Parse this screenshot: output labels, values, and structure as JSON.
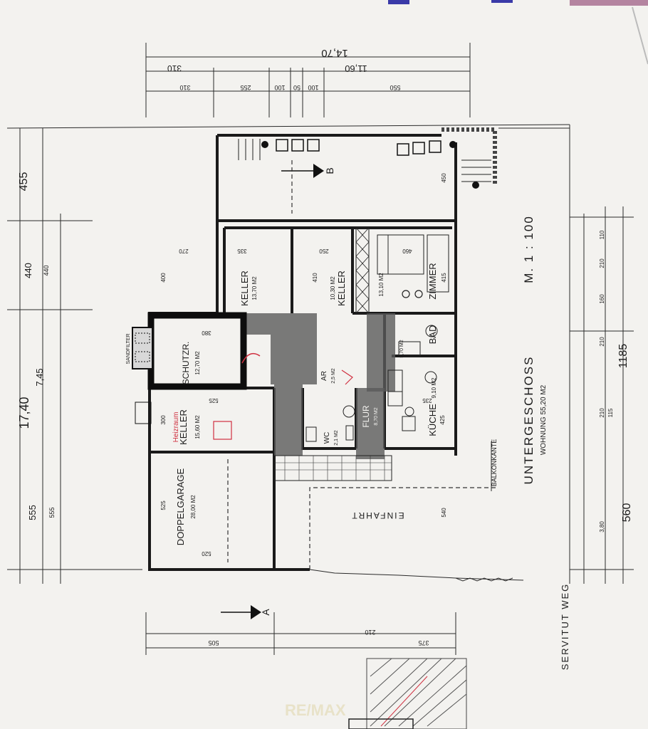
{
  "plan": {
    "title": "UNTERGESCHOSS",
    "subtitle": "WOHNUNG 55,20 M2",
    "scale": "M. 1 : 100",
    "road": "SERVITUT WEG",
    "driveway": "EINFAHRT",
    "balcony_edge": "BALKONKANTE",
    "watermark": "RE/MAX",
    "section_b": "B",
    "section_a": "A"
  },
  "rooms": {
    "keller_top": {
      "name": "KELLER",
      "area": "13,70 M2"
    },
    "keller_mid": {
      "name": "KELLER",
      "area": "10,30 M2"
    },
    "zimmer": {
      "name": "ZIMMER",
      "area": "13,10 M2"
    },
    "schutzraum": {
      "name": "SCHUTZR.",
      "area": "12,70 M2"
    },
    "bad": {
      "name": "BAD",
      "area": "5,70 M2"
    },
    "keller_low": {
      "name": "KELLER",
      "area": "15,60 M2",
      "note": "Heizraum"
    },
    "kueche": {
      "name": "KÜCHE",
      "area": "9,10 M2"
    },
    "flur": {
      "name": "FLUR",
      "area": "8,70 M2"
    },
    "wc": {
      "name": "WC",
      "area": "2,1 M2"
    },
    "ar": {
      "name": "AR",
      "area": "2,5 M2"
    },
    "garage": {
      "name": "DOPPELGARAGE",
      "area": "28,00 M2"
    },
    "sandfilter": {
      "name": "SANDFILTER"
    }
  },
  "dims": {
    "top_total": "14,70",
    "top_sub": "11,60",
    "top_a": "310",
    "top_b": "255",
    "top_c": "100",
    "top_d": "50",
    "top_e": "100",
    "top_f": "550",
    "left_total": "17,40",
    "left_455": "455",
    "left_440": "440",
    "left_745": "7,45",
    "left_555": "555",
    "right_1185": "1185",
    "right_560": "560",
    "bottom_505": "505",
    "bottom_375": "375",
    "bottom_210": "210",
    "r_110": "110",
    "r_210": "210",
    "r_160": "160",
    "r_115": "115",
    "r_380": "3,80",
    "d_335": "335",
    "d_250": "250",
    "d_460": "460",
    "d_400": "400",
    "d_410": "410",
    "d_415": "415",
    "d_380": "380",
    "d_525": "525",
    "d_425": "425",
    "d_235": "235",
    "d_450": "450",
    "d_540": "540",
    "d_520": "520",
    "d_300": "300",
    "d_270": "270"
  }
}
